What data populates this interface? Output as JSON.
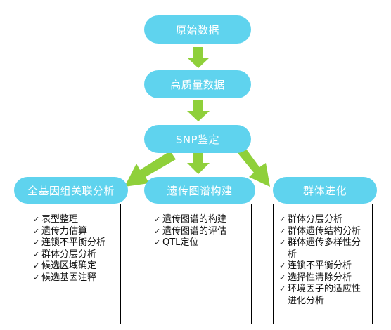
{
  "nodes": {
    "raw": "原始数据",
    "hq": "高质量数据",
    "snp": "SNP鉴定",
    "gwas": "全基因组关联分析",
    "map": "遗传图谱构建",
    "evo": "群体进化"
  },
  "lists": {
    "gwas": [
      "表型整理",
      "遗传力估算",
      "连锁不平衡分析",
      "群体分层分析",
      "候选区域确定",
      "候选基因注释"
    ],
    "map": [
      "遗传图谱的构建",
      "遗传图谱的评估",
      "QTL定位"
    ],
    "evo": [
      "群体分层分析",
      "群体遗传结构分析",
      "群体遗传多样性分析",
      "连锁不平衡分析",
      "选择性清除分析",
      "环境因子的适应性进化分析"
    ]
  },
  "edges": [
    {
      "from": "raw",
      "to": "hq"
    },
    {
      "from": "hq",
      "to": "snp"
    },
    {
      "from": "snp",
      "to": "gwas"
    },
    {
      "from": "snp",
      "to": "map"
    },
    {
      "from": "snp",
      "to": "evo"
    }
  ],
  "colors": {
    "node_fill": "#5fd3ee",
    "node_text": "#ffffff",
    "arrow": "#8fd03a",
    "box_border": "#000000"
  },
  "icons": {
    "list_bullet": "check-icon"
  }
}
